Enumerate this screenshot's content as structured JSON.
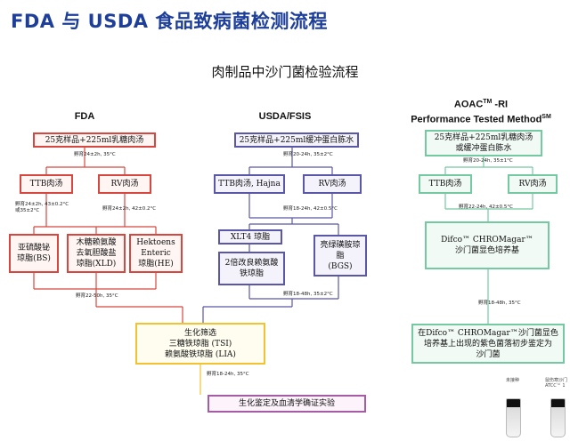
{
  "slide_title": "FDA 与 USDA 食品致病菌检测流程",
  "subtitle": "肉制品中沙门菌检验流程",
  "columns": {
    "fda": "FDA",
    "usda": "USDA/FSIS",
    "aoac_line1": "AOAC",
    "aoac_tm": "TM",
    "aoac_ri": " -RI",
    "aoac_line2": "Performance Tested Method",
    "aoac_sm": "SM"
  },
  "fda": {
    "enrich": "25克样品+225ml乳糖肉汤",
    "enrich_cond": "孵育24±2h, 35°C",
    "ttb": "TTB肉汤",
    "rv": "RV肉汤",
    "ttb_cond": "孵育24±2h, 43±0.2°C\n或35±2°C",
    "rv_cond": "孵育24±2h, 42±0.2°C",
    "bs": "亚硫酸铋\n琼脂(BS)",
    "xld": "木糖赖氨酸\n去氧胆酸盐\n琼脂(XLD)",
    "he": "Hektoens\nEnteric\n琼脂(HE)",
    "plate_cond": "孵育22-50h, 35°C"
  },
  "usda": {
    "enrich": "25克样品+225ml缓冲蛋白胨水",
    "enrich_cond": "孵育20-24h, 35±2°C",
    "ttb": "TTB肉汤, Hajna",
    "rv": "RV肉汤",
    "sel_cond": "孵育18-24h, 42±0.5°C",
    "xlt4": "XLT4 琼脂",
    "mlia": "2倍改良赖氨酸\n铁琼脂",
    "bgs": "亮绿磺胺琼脂\n(BGS)",
    "plate_cond": "孵育18-48h, 35±2°C"
  },
  "aoac": {
    "enrich": "25克样品+225ml乳糖肉汤\n或缓冲蛋白胨水",
    "enrich_cond": "孵育20-24h, 35±1°C",
    "ttb": "TTB肉汤",
    "rv": "RV肉汤",
    "sel_cond": "孵育22-24h, 42±0.5°C",
    "chrom": "Difco™ CHROMagar™\n沙门菌显色培养基",
    "chrom_cond": "孵育18-48h, 35°C",
    "result": "在Difco™ CHROMagar™沙门菌显色\n培养基上出现的紫色菌落初步鉴定为\n沙门菌",
    "tube1_label": "未接种",
    "tube2_label": "鼠伤寒沙门\nATCC™ 1"
  },
  "common": {
    "biochem": "生化筛选\n三糖铁琼脂 (TSI)\n赖氨酸铁琼脂 (LIA)",
    "biochem_cond": "孵育18-24h, 35°C",
    "final": "生化鉴定及血清学确证实验"
  },
  "colors": {
    "title": "#1d3f9a",
    "fda": "#d8473f",
    "usda": "#5a56a8",
    "aoac": "#74c8a2",
    "common_biochem": "#f1c232",
    "final": "#a55ca5"
  }
}
